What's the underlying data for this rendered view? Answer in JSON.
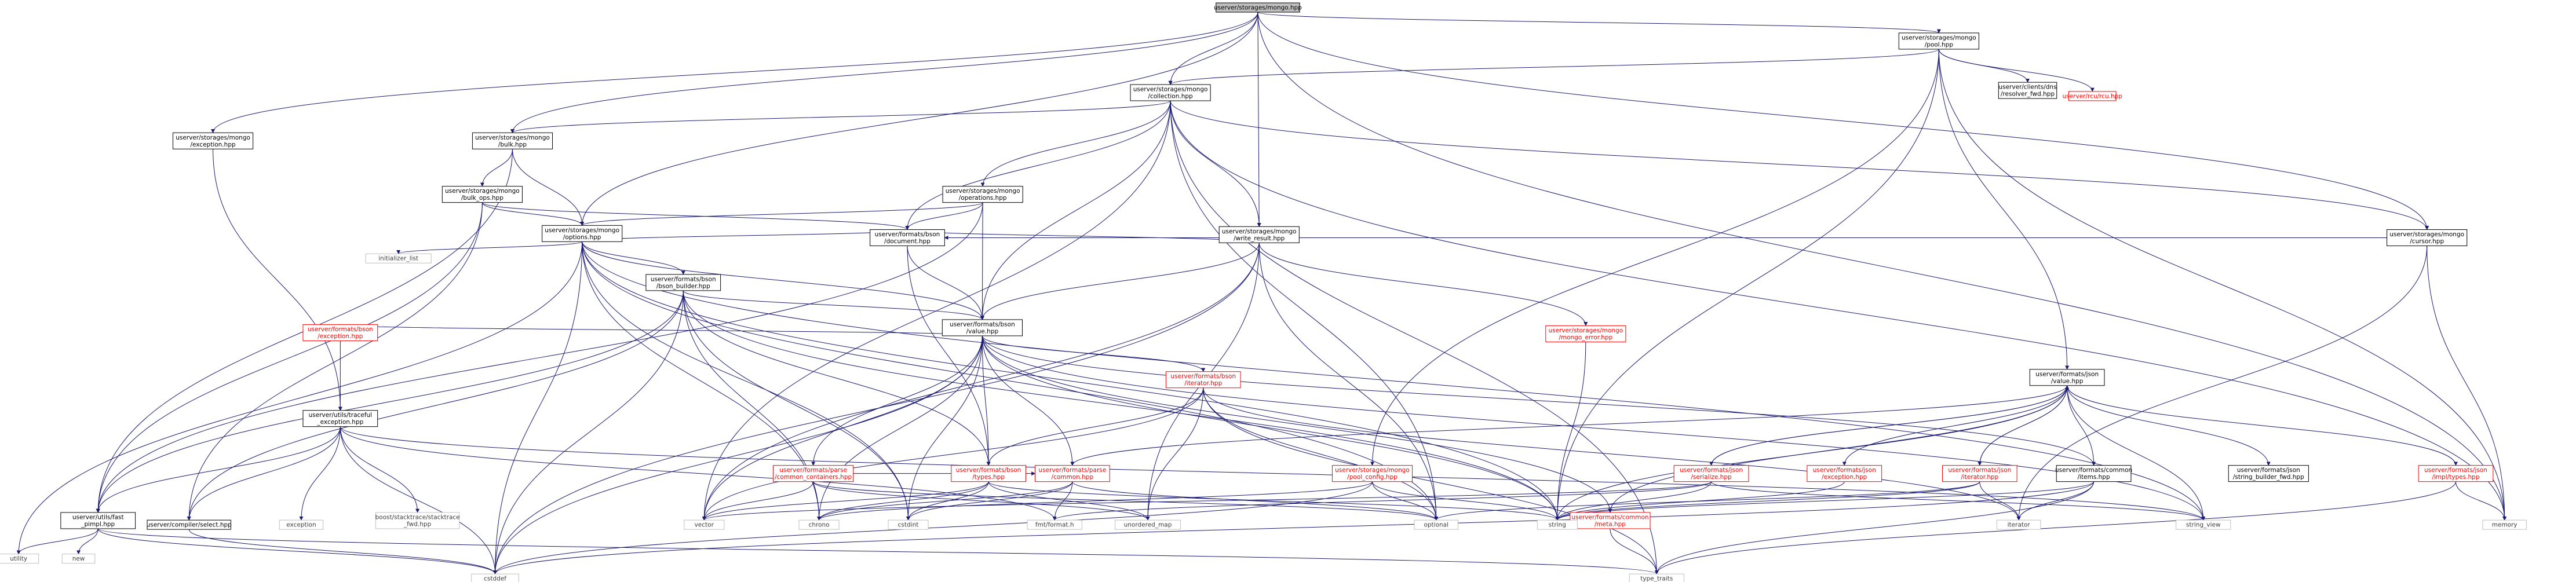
{
  "colors": {
    "root_fill": "#bfbfbf",
    "node_fill": "#ffffff",
    "node_stroke": "#000000",
    "ext_stroke": "#bfbfbf",
    "red_stroke": "#ff0000",
    "edge": "#191970",
    "text": "#000000",
    "red_text": "#ff0000",
    "ext_text": "#404040"
  },
  "nodes": [
    {
      "id": "root",
      "kind": "root",
      "lines": [
        "userver/storages/mongo.hpp"
      ]
    },
    {
      "id": "pool",
      "kind": "normal",
      "lines": [
        "userver/storages/mongo",
        "/pool.hpp"
      ]
    },
    {
      "id": "exception",
      "kind": "normal",
      "lines": [
        "userver/storages/mongo",
        "/exception.hpp"
      ]
    },
    {
      "id": "bulk",
      "kind": "normal",
      "lines": [
        "userver/storages/mongo",
        "/bulk.hpp"
      ]
    },
    {
      "id": "collection",
      "kind": "normal",
      "lines": [
        "userver/storages/mongo",
        "/collection.hpp"
      ]
    },
    {
      "id": "resolver",
      "kind": "normal",
      "lines": [
        "userver/clients/dns",
        "/resolver_fwd.hpp"
      ]
    },
    {
      "id": "rcu",
      "kind": "red",
      "lines": [
        "userver/rcu/rcu.hpp"
      ]
    },
    {
      "id": "bulkops",
      "kind": "normal",
      "lines": [
        "userver/storages/mongo",
        "/bulk_ops.hpp"
      ]
    },
    {
      "id": "operations",
      "kind": "normal",
      "lines": [
        "userver/storages/mongo",
        "/operations.hpp"
      ]
    },
    {
      "id": "writeresult",
      "kind": "normal",
      "lines": [
        "userver/storages/mongo",
        "/write_result.hpp"
      ]
    },
    {
      "id": "cursor",
      "kind": "normal",
      "lines": [
        "userver/storages/mongo",
        "/cursor.hpp"
      ]
    },
    {
      "id": "options",
      "kind": "normal",
      "lines": [
        "userver/storages/mongo",
        "/options.hpp"
      ]
    },
    {
      "id": "document",
      "kind": "normal",
      "lines": [
        "userver/formats/bson",
        "/document.hpp"
      ]
    },
    {
      "id": "init_list",
      "kind": "ext",
      "lines": [
        "initializer_list"
      ]
    },
    {
      "id": "bson_builder",
      "kind": "normal",
      "lines": [
        "userver/formats/bson",
        "/bson_builder.hpp"
      ]
    },
    {
      "id": "mongo_error",
      "kind": "red",
      "lines": [
        "userver/storages/mongo",
        "/mongo_error.hpp"
      ]
    },
    {
      "id": "bson_value",
      "kind": "normal",
      "lines": [
        "userver/formats/bson",
        "/value.hpp"
      ]
    },
    {
      "id": "bson_exception",
      "kind": "red",
      "lines": [
        "userver/formats/bson",
        "/exception.hpp"
      ]
    },
    {
      "id": "bson_iterator",
      "kind": "red",
      "lines": [
        "userver/formats/bson",
        "/iterator.hpp"
      ]
    },
    {
      "id": "json_value",
      "kind": "normal",
      "lines": [
        "userver/formats/json",
        "/value.hpp"
      ]
    },
    {
      "id": "traceful",
      "kind": "normal",
      "lines": [
        "userver/utils/traceful",
        "_exception.hpp"
      ]
    },
    {
      "id": "parse_containers",
      "kind": "red",
      "lines": [
        "userver/formats/parse",
        "/common_containers.hpp"
      ]
    },
    {
      "id": "bson_types",
      "kind": "red",
      "lines": [
        "userver/formats/bson",
        "/types.hpp"
      ]
    },
    {
      "id": "parse_common",
      "kind": "red",
      "lines": [
        "userver/formats/parse",
        "/common.hpp"
      ]
    },
    {
      "id": "pool_config",
      "kind": "red",
      "lines": [
        "userver/storages/mongo",
        "/pool_config.hpp"
      ]
    },
    {
      "id": "json_serialize",
      "kind": "red",
      "lines": [
        "userver/formats/json",
        "/serialize.hpp"
      ]
    },
    {
      "id": "json_exception",
      "kind": "red",
      "lines": [
        "userver/formats/json",
        "/exception.hpp"
      ]
    },
    {
      "id": "json_iterator",
      "kind": "red",
      "lines": [
        "userver/formats/json",
        "/iterator.hpp"
      ]
    },
    {
      "id": "items",
      "kind": "normal",
      "lines": [
        "userver/formats/common",
        "/items.hpp"
      ]
    },
    {
      "id": "sb_fwd",
      "kind": "normal",
      "lines": [
        "userver/formats/json",
        "/string_builder_fwd.hpp"
      ]
    },
    {
      "id": "impl_types",
      "kind": "red",
      "lines": [
        "userver/formats/json",
        "/impl/types.hpp"
      ]
    },
    {
      "id": "fast_pimpl",
      "kind": "normal",
      "lines": [
        "userver/utils/fast",
        "_pimpl.hpp"
      ]
    },
    {
      "id": "select",
      "kind": "normal",
      "lines": [
        "userver/compiler/select.hpp"
      ]
    },
    {
      "id": "exception_std",
      "kind": "ext",
      "lines": [
        "exception"
      ]
    },
    {
      "id": "stacktrace",
      "kind": "ext",
      "lines": [
        "boost/stacktrace/stacktrace",
        "_fwd.hpp"
      ]
    },
    {
      "id": "meta",
      "kind": "red",
      "lines": [
        "userver/formats/common",
        "/meta.hpp"
      ]
    },
    {
      "id": "vector",
      "kind": "ext",
      "lines": [
        "vector"
      ]
    },
    {
      "id": "chrono",
      "kind": "ext",
      "lines": [
        "chrono"
      ]
    },
    {
      "id": "cstdint",
      "kind": "ext",
      "lines": [
        "cstdint"
      ]
    },
    {
      "id": "unordered_map",
      "kind": "ext",
      "lines": [
        "unordered_map"
      ]
    },
    {
      "id": "fmt",
      "kind": "ext",
      "lines": [
        "fmt/format.h"
      ]
    },
    {
      "id": "optional",
      "kind": "ext",
      "lines": [
        "optional"
      ]
    },
    {
      "id": "string",
      "kind": "ext",
      "lines": [
        "string"
      ]
    },
    {
      "id": "iterator",
      "kind": "ext",
      "lines": [
        "iterator"
      ]
    },
    {
      "id": "string_view",
      "kind": "ext",
      "lines": [
        "string_view"
      ]
    },
    {
      "id": "memory",
      "kind": "ext",
      "lines": [
        "memory"
      ]
    },
    {
      "id": "utility",
      "kind": "ext",
      "lines": [
        "utility"
      ]
    },
    {
      "id": "new",
      "kind": "ext",
      "lines": [
        "new"
      ]
    },
    {
      "id": "cstddef",
      "kind": "ext",
      "lines": [
        "cstddef"
      ]
    },
    {
      "id": "type_traits",
      "kind": "ext",
      "lines": [
        "type_traits"
      ]
    }
  ],
  "edges": [
    [
      "root",
      "pool"
    ],
    [
      "root",
      "exception"
    ],
    [
      "root",
      "bulk"
    ],
    [
      "root",
      "collection"
    ],
    [
      "root",
      "writeresult"
    ],
    [
      "root",
      "cursor"
    ],
    [
      "root",
      "options"
    ],
    [
      "root",
      "memory"
    ],
    [
      "pool",
      "collection"
    ],
    [
      "pool",
      "resolver"
    ],
    [
      "pool",
      "rcu"
    ],
    [
      "pool",
      "json_value"
    ],
    [
      "pool",
      "pool_config"
    ],
    [
      "pool",
      "string"
    ],
    [
      "pool",
      "memory"
    ],
    [
      "exception",
      "traceful"
    ],
    [
      "bulk",
      "bulkops"
    ],
    [
      "bulk",
      "options"
    ],
    [
      "bulk",
      "fast_pimpl"
    ],
    [
      "collection",
      "bulk"
    ],
    [
      "collection",
      "operations"
    ],
    [
      "collection",
      "writeresult"
    ],
    [
      "collection",
      "cursor"
    ],
    [
      "collection",
      "document"
    ],
    [
      "collection",
      "bson_value"
    ],
    [
      "collection",
      "vector"
    ],
    [
      "collection",
      "optional"
    ],
    [
      "collection",
      "memory"
    ],
    [
      "collection",
      "type_traits"
    ],
    [
      "bulkops",
      "options"
    ],
    [
      "bulkops",
      "document"
    ],
    [
      "bulkops",
      "fast_pimpl"
    ],
    [
      "bulkops",
      "select"
    ],
    [
      "operations",
      "options"
    ],
    [
      "operations",
      "document"
    ],
    [
      "operations",
      "bson_value"
    ],
    [
      "operations",
      "fast_pimpl"
    ],
    [
      "writeresult",
      "document"
    ],
    [
      "writeresult",
      "bson_value"
    ],
    [
      "writeresult",
      "mongo_error"
    ],
    [
      "writeresult",
      "optional"
    ],
    [
      "writeresult",
      "unordered_map"
    ],
    [
      "writeresult",
      "vector"
    ],
    [
      "writeresult",
      "cstddef"
    ],
    [
      "cursor",
      "document"
    ],
    [
      "cursor",
      "iterator"
    ],
    [
      "cursor",
      "memory"
    ],
    [
      "options",
      "document"
    ],
    [
      "options",
      "bson_builder"
    ],
    [
      "options",
      "bson_value"
    ],
    [
      "options",
      "init_list"
    ],
    [
      "options",
      "chrono"
    ],
    [
      "options",
      "cstdint"
    ],
    [
      "options",
      "cstddef"
    ],
    [
      "options",
      "optional"
    ],
    [
      "options",
      "string"
    ],
    [
      "options",
      "string_view"
    ],
    [
      "options",
      "utility"
    ],
    [
      "document",
      "bson_value"
    ],
    [
      "document",
      "bson_types"
    ],
    [
      "bson_builder",
      "bson_value"
    ],
    [
      "bson_builder",
      "bson_types"
    ],
    [
      "bson_builder",
      "fast_pimpl"
    ],
    [
      "bson_builder",
      "select"
    ],
    [
      "bson_builder",
      "chrono"
    ],
    [
      "bson_builder",
      "cstddef"
    ],
    [
      "bson_builder",
      "cstdint"
    ],
    [
      "bson_builder",
      "string"
    ],
    [
      "mongo_error",
      "string"
    ],
    [
      "bson_value",
      "bson_exception"
    ],
    [
      "bson_value",
      "bson_iterator"
    ],
    [
      "bson_value",
      "bson_types"
    ],
    [
      "bson_value",
      "parse_containers"
    ],
    [
      "bson_value",
      "parse_common"
    ],
    [
      "bson_value",
      "items"
    ],
    [
      "bson_value",
      "meta"
    ],
    [
      "bson_value",
      "chrono"
    ],
    [
      "bson_value",
      "cstddef"
    ],
    [
      "bson_value",
      "cstdint"
    ],
    [
      "bson_value",
      "string"
    ],
    [
      "bson_value",
      "vector"
    ],
    [
      "bson_value",
      "string_view"
    ],
    [
      "bson_exception",
      "traceful"
    ],
    [
      "bson_iterator",
      "bson_types"
    ],
    [
      "bson_iterator",
      "iterator"
    ],
    [
      "bson_iterator",
      "optional"
    ],
    [
      "bson_iterator",
      "type_traits"
    ],
    [
      "bson_iterator",
      "unordered_map"
    ],
    [
      "bson_iterator",
      "vector"
    ],
    [
      "json_value",
      "json_serialize"
    ],
    [
      "json_value",
      "json_exception"
    ],
    [
      "json_value",
      "json_iterator"
    ],
    [
      "json_value",
      "items"
    ],
    [
      "json_value",
      "meta"
    ],
    [
      "json_value",
      "sb_fwd"
    ],
    [
      "json_value",
      "impl_types"
    ],
    [
      "json_value",
      "parse_common"
    ],
    [
      "json_value",
      "string_view"
    ],
    [
      "json_value",
      "string"
    ],
    [
      "json_serialize",
      "json_value"
    ],
    [
      "json_serialize",
      "fmt"
    ],
    [
      "json_serialize",
      "string"
    ],
    [
      "json_serialize",
      "string_view"
    ],
    [
      "json_serialize",
      "vector"
    ],
    [
      "json_exception",
      "string"
    ],
    [
      "json_iterator",
      "json_value"
    ],
    [
      "json_iterator",
      "iterator"
    ],
    [
      "json_iterator",
      "optional"
    ],
    [
      "json_iterator",
      "string"
    ],
    [
      "items",
      "iterator"
    ],
    [
      "items",
      "string"
    ],
    [
      "items",
      "type_traits"
    ],
    [
      "items",
      "cstddef"
    ],
    [
      "impl_types",
      "memory"
    ],
    [
      "impl_types",
      "type_traits"
    ],
    [
      "traceful",
      "fast_pimpl"
    ],
    [
      "traceful",
      "select"
    ],
    [
      "traceful",
      "exception_std"
    ],
    [
      "traceful",
      "stacktrace"
    ],
    [
      "traceful",
      "fmt"
    ],
    [
      "traceful",
      "string_view"
    ],
    [
      "traceful",
      "cstddef"
    ],
    [
      "parse_containers",
      "parse_common"
    ],
    [
      "parse_containers",
      "optional"
    ],
    [
      "parse_containers",
      "unordered_map"
    ],
    [
      "parse_containers",
      "vector"
    ],
    [
      "parse_common",
      "fmt"
    ],
    [
      "parse_common",
      "optional"
    ],
    [
      "parse_common",
      "chrono"
    ],
    [
      "parse_common",
      "cstdint"
    ],
    [
      "bson_types",
      "chrono"
    ],
    [
      "bson_types",
      "cstdint"
    ],
    [
      "bson_types",
      "string"
    ],
    [
      "bson_types",
      "vector"
    ],
    [
      "bson_types",
      "unordered_map"
    ],
    [
      "pool_config",
      "chrono"
    ],
    [
      "pool_config",
      "cstddef"
    ],
    [
      "pool_config",
      "optional"
    ],
    [
      "pool_config",
      "string"
    ],
    [
      "meta",
      "type_traits"
    ],
    [
      "fast_pimpl",
      "cstddef"
    ],
    [
      "fast_pimpl",
      "new"
    ],
    [
      "fast_pimpl",
      "type_traits"
    ],
    [
      "fast_pimpl",
      "utility"
    ],
    [
      "select",
      "cstddef"
    ]
  ]
}
